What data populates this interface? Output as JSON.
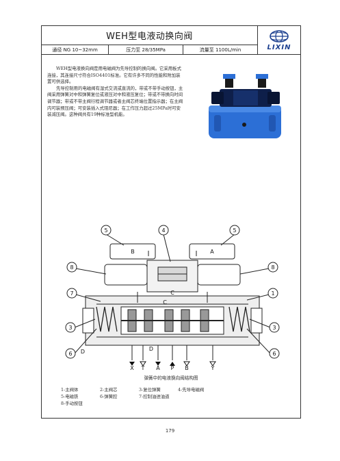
{
  "header": {
    "title": "WEH型电液动换向阀",
    "specs": [
      "通径 NG 10~32mm",
      "压力至 28/35MPa",
      "流量至 1100L/min"
    ],
    "brand": "LIXIN"
  },
  "intro": [
    "WEH型电液换向阀是用电磁阀为先导控制的换向阀。它采用板式连接，其连接尺寸符合ISO4401标准。它有许多不同的性能和附加装置可供选择。",
    "先导控制用的电磁阀有湿式交流或直流的，带或不带手动按钮，主阀采用弹簧对中和弹簧复位或液压对中和液压复位；带或不带换向时间调节器；带或不带主阀行程调节器或者主阀芯终端位置指示器；在主阀内可装预压阀；可安装插入式阻尼器；在工作压力超过25MPa时可安装减压阀。这种阀共有19种标准型机能。"
  ],
  "diagram": {
    "callouts": [
      "5",
      "4",
      "5",
      "8",
      "8",
      "7",
      "1",
      "3",
      "3",
      "6",
      "6"
    ],
    "solenoid_labels": [
      "B",
      "A"
    ],
    "inner_labels": [
      "C",
      "C",
      "D",
      "D"
    ],
    "ports": [
      "X",
      "T",
      "A",
      "P",
      "B",
      "Y"
    ]
  },
  "caption": "弹簧中的电液换向阀结构图",
  "legend": [
    [
      "1-主阀体",
      "2-主阀芯",
      "3-复位弹簧",
      "4-先导电磁阀"
    ],
    [
      "5-电磁铁",
      "6-弹簧腔",
      "7-控制油进油道"
    ],
    [
      "8-手动按钮"
    ]
  ],
  "page_number": "179",
  "colors": {
    "brand_blue": "#1b3f8f",
    "valve_blue": "#2c6fd6",
    "line": "#222222"
  }
}
